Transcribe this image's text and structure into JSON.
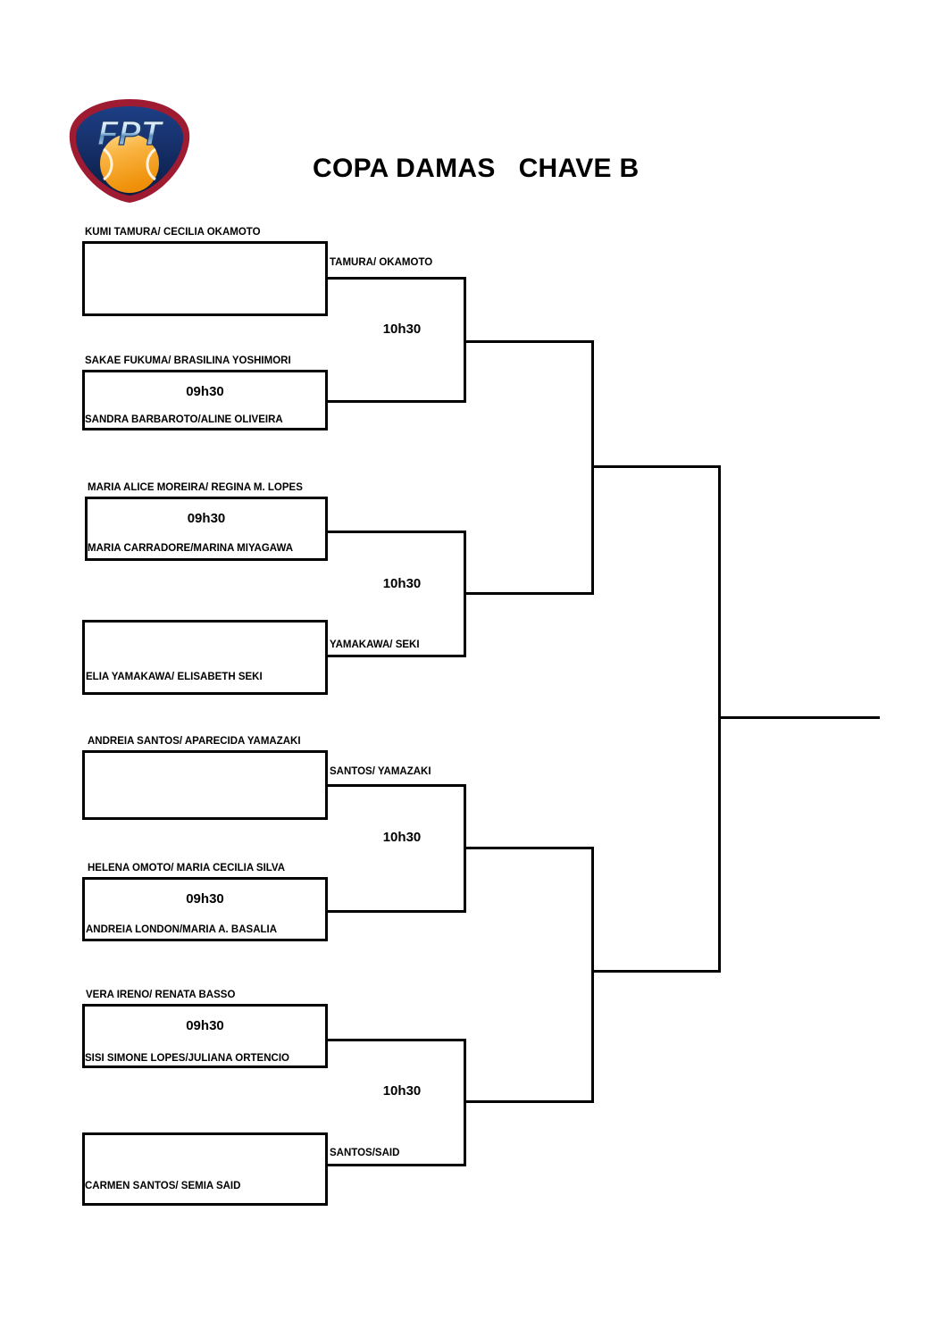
{
  "header": {
    "title": "COPA DAMAS   CHAVE B",
    "logo_text": "FPT",
    "logo_name": "fpt-tennis-federation-logo",
    "colors": {
      "shield_border": "#9e1b32",
      "shield_fill": "#12295c",
      "ball": "#f5a01e",
      "letters": "#cfe2f3",
      "line": "#000000"
    }
  },
  "bracket": {
    "round1": [
      {
        "id": "m1",
        "top_team": "KUMI TAMURA/ CECILIA OKAMOTO",
        "bottom_team": "",
        "time": "",
        "winner": "TAMURA/ OKAMOTO"
      },
      {
        "id": "m2",
        "top_team": "SAKAE FUKUMA/ BRASILINA YOSHIMORI",
        "bottom_team": "SANDRA BARBAROTO/ALINE OLIVEIRA",
        "time": "09h30",
        "winner": ""
      },
      {
        "id": "m3",
        "top_team": "MARIA ALICE MOREIRA/ REGINA M. LOPES",
        "bottom_team": "MARIA CARRADORE/MARINA MIYAGAWA",
        "time": "09h30",
        "winner": ""
      },
      {
        "id": "m4",
        "top_team": "",
        "bottom_team": "ELIA YAMAKAWA/ ELISABETH SEKI",
        "time": "",
        "winner": "YAMAKAWA/ SEKI"
      },
      {
        "id": "m5",
        "top_team": "ANDREIA SANTOS/ APARECIDA YAMAZAKI",
        "bottom_team": "",
        "time": "",
        "winner": "SANTOS/ YAMAZAKI"
      },
      {
        "id": "m6",
        "top_team": "HELENA OMOTO/ MARIA CECILIA SILVA",
        "bottom_team": "ANDREIA LONDON/MARIA A. BASALIA",
        "time": "09h30",
        "winner": ""
      },
      {
        "id": "m7",
        "top_team": "VERA IRENO/ RENATA BASSO",
        "bottom_team": "SISI SIMONE LOPES/JULIANA ORTENCIO",
        "time": "09h30",
        "winner": ""
      },
      {
        "id": "m8",
        "top_team": "",
        "bottom_team": "CARMEN SANTOS/ SEMIA SAID",
        "time": "",
        "winner": "SANTOS/SAID"
      }
    ],
    "round2": [
      {
        "id": "qf1",
        "time": "10h30"
      },
      {
        "id": "qf2",
        "time": "10h30"
      },
      {
        "id": "qf3",
        "time": "10h30"
      },
      {
        "id": "qf4",
        "time": "10h30"
      }
    ],
    "round3": [
      {
        "id": "sf1",
        "time": ""
      },
      {
        "id": "sf2",
        "time": ""
      }
    ],
    "final": {
      "id": "final",
      "time": "",
      "winner": ""
    }
  }
}
